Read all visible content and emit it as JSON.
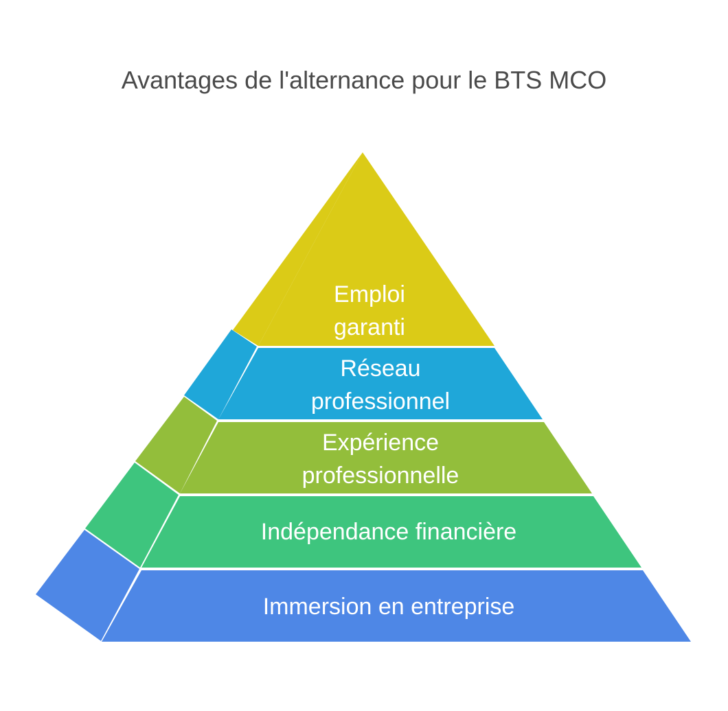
{
  "title": "Avantages de l'alternance pour le BTS MCO",
  "tiers": [
    {
      "label_line1": "Emploi",
      "label_line2": "garanti",
      "color": "#DBCB17",
      "side_color": "#DBCB17"
    },
    {
      "label_line1": "Réseau",
      "label_line2": "professionnel",
      "color": "#1FA7D9",
      "side_color": "#1FA7D9"
    },
    {
      "label_line1": "Expérience",
      "label_line2": "professionnelle",
      "color": "#93BE3B",
      "side_color": "#93BE3B"
    },
    {
      "label_line1": "Indépendance financière",
      "color": "#3EC57E",
      "side_color": "#3EC57E"
    },
    {
      "label_line1": "Immersion en entreprise",
      "color": "#4E87E6",
      "side_color": "#4E87E6"
    }
  ]
}
